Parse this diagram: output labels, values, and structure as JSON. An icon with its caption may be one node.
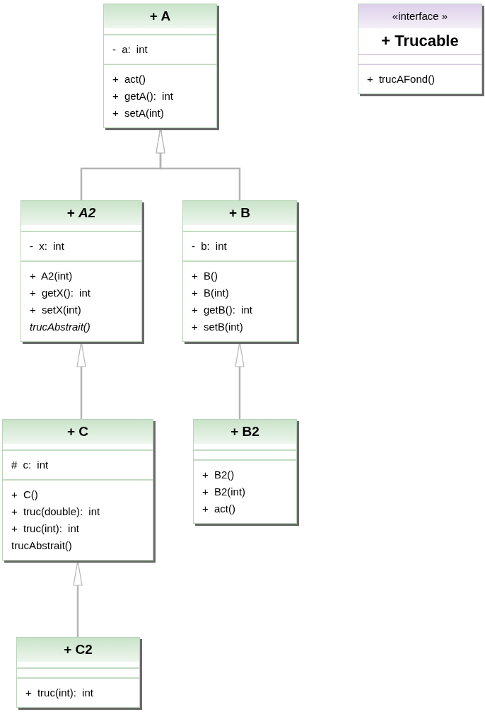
{
  "diagram": {
    "nodes": [
      {
        "text": [
          "+ A",
          "- a: int",
          "+ act()",
          "+ getA(): int",
          "+ setA(int)"
        ]
      },
      {
        "text": [
          "«interface »",
          "+ Trucable",
          "+ trucAFond()"
        ]
      },
      {
        "text": [
          "+ *A2*",
          "- x: int",
          "+ A2(int)",
          "+ getX(): int",
          "+ setX(int)",
          "trucAbstrait()"
        ]
      },
      {
        "text": [
          "+ B",
          "- b: int",
          "+ B()",
          "+ B(int)",
          "+ getB(): int",
          "+ setB(int)"
        ]
      },
      {
        "text": [
          "+ C",
          "# c: int",
          "+ C()",
          "+ truc(double): int",
          "+ truc(int): int",
          "trucAbstrait()"
        ]
      },
      {
        "text": [
          "+ B2",
          "+ B2()",
          "+ B2(int)",
          "+ act()"
        ]
      },
      {
        "text": [
          "+ C2",
          "+ truc(int): int"
        ]
      }
    ],
    "edges": [
      {
        "from": 2,
        "to": 0,
        "arrow": "to"
      },
      {
        "from": 3,
        "to": 0,
        "arrow": "to"
      },
      {
        "from": 4,
        "to": 2,
        "arrow": "to"
      },
      {
        "from": 5,
        "to": 3,
        "arrow": "to"
      },
      {
        "from": 6,
        "to": 4,
        "arrow": "to"
      }
    ]
  }
}
